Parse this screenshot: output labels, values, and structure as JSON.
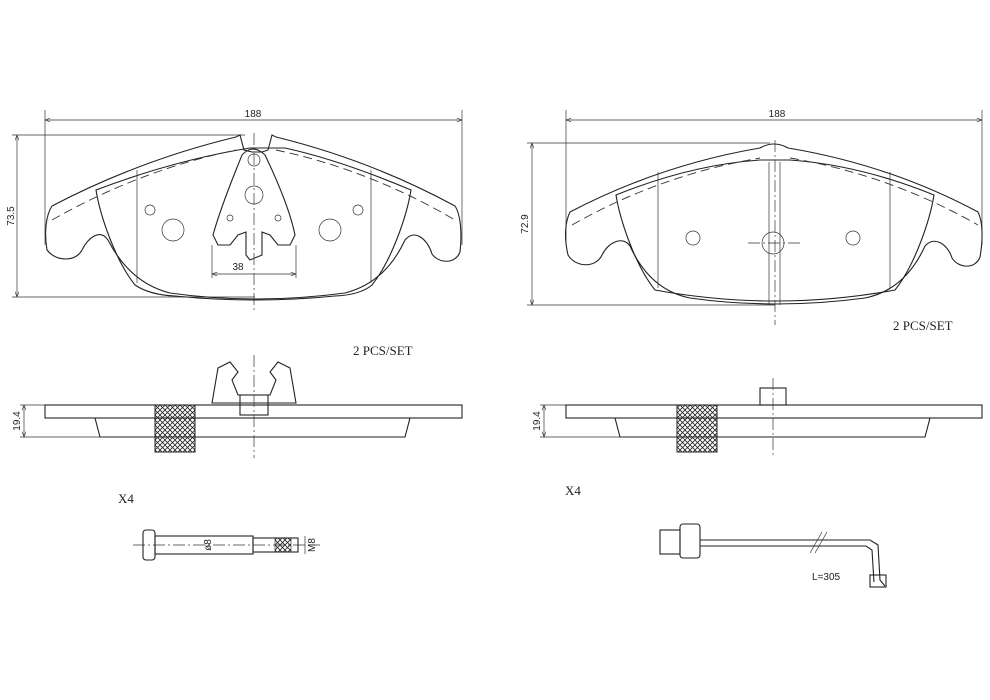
{
  "left_pad": {
    "width_dim": "188",
    "height_dim": "73.5",
    "sensor_dim": "38",
    "qty_label": "2 PCS/SET",
    "thickness_dim": "19.4",
    "hardware_qty": "X4",
    "bolt_diameter": "ø8",
    "bolt_thread": "M8"
  },
  "right_pad": {
    "width_dim": "188",
    "height_dim": "72.9",
    "qty_label": "2 PCS/SET",
    "thickness_dim": "19.4",
    "sensor_qty": "X4",
    "sensor_length": "L=305"
  }
}
